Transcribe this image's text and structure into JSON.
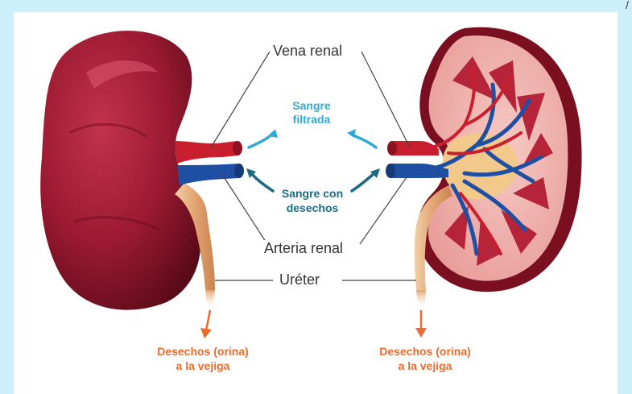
{
  "labels": {
    "vena_renal": "Vena renal",
    "arteria_renal": "Arteria renal",
    "ureter": "Uréter",
    "sangre_filtrada": [
      "Sangre",
      "filtrada"
    ],
    "sangre_con_desechos": [
      "Sangre con",
      "desechos"
    ],
    "desechos_left": [
      "Desechos (orina)",
      "a la vejiga"
    ],
    "desechos_right": [
      "Desechos (orina)",
      "a la vejiga"
    ],
    "corner_mark": "/"
  },
  "colors": {
    "background": "#cdeefb",
    "kidney_dark": "#6e0f1e",
    "kidney_mid": "#a31c33",
    "vein_red": "#c81e2d",
    "artery_blue": "#1f4fa3",
    "ureter_tan": "#e8b07f",
    "filtered_text": "#2fa9d7",
    "waste_text": "#1b6b86",
    "urine_arrow": "#ef6a2b"
  }
}
